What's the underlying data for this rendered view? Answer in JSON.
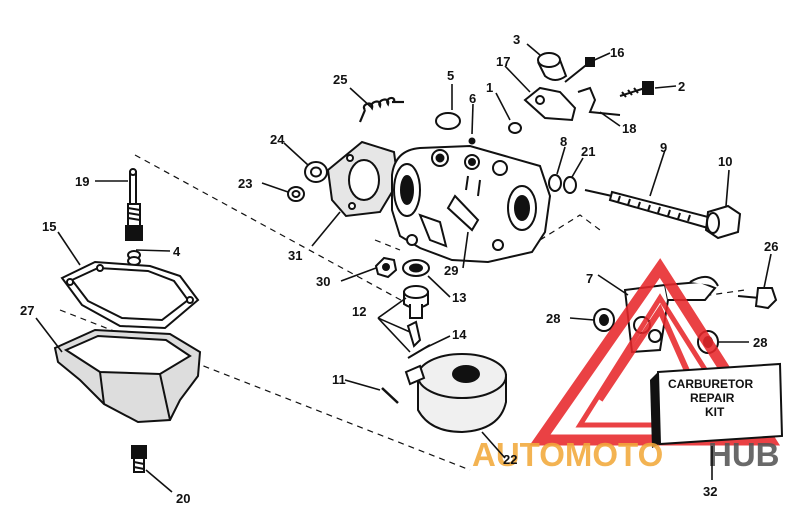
{
  "labels": {
    "p1": "1",
    "p2": "2",
    "p3": "3",
    "p4": "4",
    "p5": "5",
    "p6": "6",
    "p7": "7",
    "p8": "8",
    "p9": "9",
    "p10": "10",
    "p11": "11",
    "p12": "12",
    "p13": "13",
    "p14": "14",
    "p15": "15",
    "p16": "16",
    "p17": "17",
    "p18": "18",
    "p19": "19",
    "p20": "20",
    "p21": "21",
    "p22": "22",
    "p23": "23",
    "p24": "24",
    "p25": "25",
    "p26": "26",
    "p27": "27",
    "p28a": "28",
    "p28b": "28",
    "p29": "29",
    "p30": "30",
    "p31": "31",
    "p32": "32"
  },
  "kit_box": {
    "line1": "CARBURETOR",
    "line2": "REPAIR",
    "line3": "KIT"
  },
  "watermark": {
    "part1": "AUTOMOTO",
    "part2": "HUB"
  },
  "colors": {
    "ink": "#111111",
    "watermark_red": "#e8272b",
    "watermark_orange": "#f2a93b",
    "watermark_grey": "#555555"
  }
}
